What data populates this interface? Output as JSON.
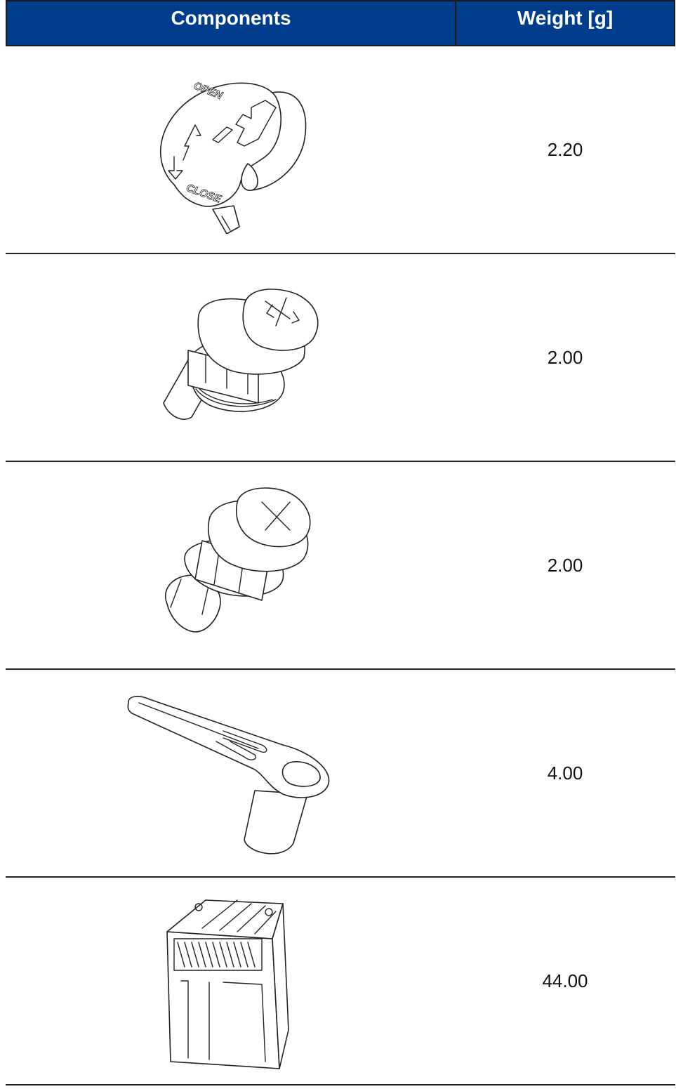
{
  "table": {
    "headers": {
      "components": "Components",
      "weight": "Weight [g]"
    },
    "rows": [
      {
        "component_icon": "rotary-knob-cap-icon",
        "open_label": "OPEN",
        "close_label": "CLOSE",
        "weight": "2.20"
      },
      {
        "component_icon": "cross-head-plug-icon",
        "weight": "2.00"
      },
      {
        "component_icon": "cross-head-plug-small-icon",
        "weight": "2.00"
      },
      {
        "component_icon": "lever-arm-icon",
        "weight": "4.00"
      },
      {
        "component_icon": "filter-bracket-icon",
        "weight": "44.00"
      }
    ]
  },
  "colors": {
    "header_bg": "#003c8c",
    "header_text": "#ffffff",
    "rule": "#222222"
  }
}
